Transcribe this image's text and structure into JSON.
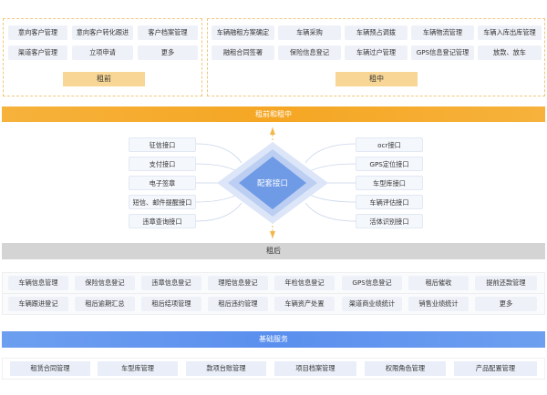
{
  "pre_rental": {
    "label": "租前",
    "items": [
      "意向客户管理",
      "意向客户转化跟进",
      "客户档案管理",
      "渠道客户管理",
      "立项申请",
      "更多"
    ]
  },
  "mid_rental": {
    "label": "租中",
    "items": [
      "车辆融租方案确定",
      "车辆采购",
      "车辆预占调拨",
      "车辆物流管理",
      "车辆入库出库管理",
      "融租合同签署",
      "保险信息登记",
      "车辆过户管理",
      "GPS信息登记管理",
      "放款、放车"
    ]
  },
  "band_pre_mid": "租前和租中",
  "center": {
    "label": "配套接口",
    "left": [
      "征信接口",
      "支付接口",
      "电子签章",
      "短信、邮件提醒接口",
      "违章查询接口"
    ],
    "right": [
      "ocr接口",
      "GPS定位接口",
      "车型库接口",
      "车辆评估接口",
      "活体识别接口"
    ]
  },
  "band_post": "租后",
  "post_rental": {
    "row1": [
      "车辆信息管理",
      "保险信息登记",
      "违章信息登记",
      "理赔信息登记",
      "年检信息登记",
      "GPS信息登记",
      "租后催收",
      "提前还款管理"
    ],
    "row2": [
      "车辆跟进登记",
      "租后逾期汇总",
      "租后结项管理",
      "租后违约管理",
      "车辆资产处置",
      "渠道商业绩统计",
      "销售业绩统计",
      "更多"
    ]
  },
  "band_base": "基础服务",
  "base_services": [
    "租赁合同管理",
    "车型库管理",
    "款项台账管理",
    "项目档案管理",
    "权限角色管理",
    "产品配置管理"
  ]
}
